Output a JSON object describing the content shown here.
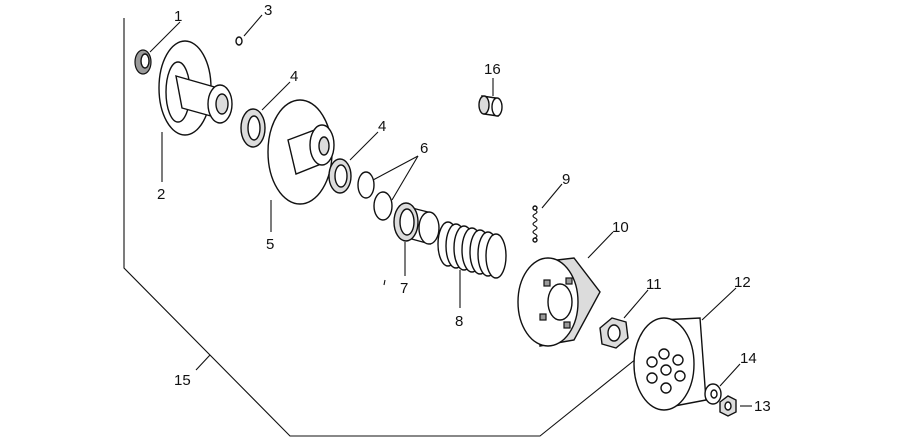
{
  "diagram": {
    "callouts": [
      {
        "id": "1",
        "text": "1"
      },
      {
        "id": "2",
        "text": "2"
      },
      {
        "id": "3",
        "text": "3"
      },
      {
        "id": "4a",
        "text": "4"
      },
      {
        "id": "4b",
        "text": "4"
      },
      {
        "id": "5",
        "text": "5"
      },
      {
        "id": "6",
        "text": "6"
      },
      {
        "id": "7",
        "text": "7"
      },
      {
        "id": "8",
        "text": "8"
      },
      {
        "id": "9",
        "text": "9"
      },
      {
        "id": "10",
        "text": "10"
      },
      {
        "id": "11",
        "text": "11"
      },
      {
        "id": "12",
        "text": "12"
      },
      {
        "id": "13",
        "text": "13"
      },
      {
        "id": "14",
        "text": "14"
      },
      {
        "id": "15",
        "text": "15"
      },
      {
        "id": "16",
        "text": "16"
      }
    ]
  }
}
